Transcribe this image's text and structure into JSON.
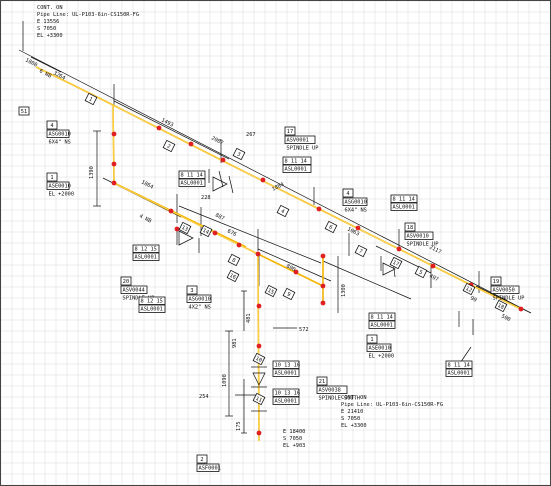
{
  "top_block": {
    "line1": "CONT. ON",
    "line2": "Pipe Line: UL-P103-6in-CS150R-FG",
    "line3": "E 13556",
    "line4": "S 7050",
    "line5": "EL +3300"
  },
  "bottom_block": {
    "line1": "CONT. ON",
    "line2": "Pipe Line: UL-P103-6in-CS150R-FG",
    "line3": "E 21410",
    "line4": "S 7050",
    "line5": "EL +3300"
  },
  "start_block": {
    "line1": "E 18400",
    "line2": "S 7050",
    "line3": "EL +903"
  },
  "dimensions": {
    "d1800": "1800",
    "d3264": "3264",
    "d6nb": "6 NB",
    "d1493": "1493",
    "d2087": "2087",
    "d267": "267",
    "d1390": "1390",
    "d1864": "1864",
    "d1884": "1884",
    "d228": "228",
    "d4nb": "4 NB",
    "d887": "887",
    "d676": "676",
    "d800": "800",
    "d1300": "1300",
    "d1063": "1063",
    "d2117": "2117",
    "d497": "497",
    "d90": "90",
    "d500": "500",
    "d572": "572",
    "d481": "481",
    "d981": "981",
    "d1090": "1090",
    "d254": "254",
    "d175": "175"
  },
  "callouts": [
    {
      "num": "51",
      "lines": []
    },
    {
      "num": "4",
      "lines": [
        "ASG0010",
        "6X4\" NS"
      ]
    },
    {
      "num": "17",
      "lines": [
        "ASV0001",
        "SPINDLE UP"
      ]
    },
    {
      "num": "",
      "lines": [
        "8 11 14",
        "ASL0001"
      ]
    },
    {
      "num": "",
      "lines": [
        "8 11 14",
        "ASL0001"
      ]
    },
    {
      "num": "1",
      "lines": [
        "ASE0010",
        "EL +2000"
      ]
    },
    {
      "num": "4",
      "lines": [
        "ASG0010",
        "6X4\" NS"
      ]
    },
    {
      "num": "",
      "lines": [
        "8 11 14",
        "ASL0001"
      ]
    },
    {
      "num": "18",
      "lines": [
        "ASV0010",
        "SPINDLE UP"
      ]
    },
    {
      "num": "",
      "lines": [
        "8 12 15",
        "ASL0001"
      ]
    },
    {
      "num": "20",
      "lines": [
        "ASV0044",
        "SPINDLE UP"
      ]
    },
    {
      "num": "3",
      "lines": [
        "ASG0010",
        "4X2\" NS"
      ]
    },
    {
      "num": "",
      "lines": [
        "8 12 15",
        "ASL0001"
      ]
    },
    {
      "num": "",
      "lines": [
        "8 11 14",
        "ASL0001"
      ]
    },
    {
      "num": "1",
      "lines": [
        "ASE0010",
        "EL +2000"
      ]
    },
    {
      "num": "19",
      "lines": [
        "ASV0050",
        "SPINDLE UP"
      ]
    },
    {
      "num": "",
      "lines": [
        "8 11 14",
        "ASL0001"
      ]
    },
    {
      "num": "",
      "lines": [
        "10 13 16",
        "ASL0001"
      ]
    },
    {
      "num": "",
      "lines": [
        "10 13 16",
        "ASL0001"
      ]
    },
    {
      "num": "21",
      "lines": [
        "ASV0038",
        "SPINDLE SOUTH"
      ]
    },
    {
      "num": "2",
      "lines": [
        "ASF0001"
      ]
    }
  ],
  "markers": [
    "1",
    "2",
    "3",
    "4",
    "5",
    "6",
    "7",
    "8",
    "9",
    "10",
    "11",
    "12",
    "13",
    "14",
    "15",
    "16",
    "17",
    "18"
  ],
  "colors": {
    "pipe": "#f4b400",
    "weld": "#e02020",
    "grid": "#d9d9d9",
    "ink": "#111111"
  }
}
